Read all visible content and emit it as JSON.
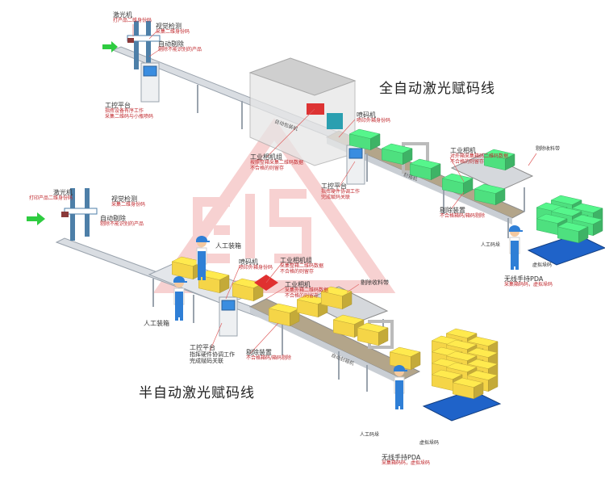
{
  "titles": {
    "full_auto": "全自动激光赋码线",
    "semi_auto": "半自动激光赋码线"
  },
  "upper_line": {
    "laser": {
      "name": "激光机",
      "desc": "打产品二维身份码"
    },
    "vision": {
      "name": "视觉检测",
      "desc": "采集二维身份码"
    },
    "reject_auto": {
      "name": "自动剔除",
      "desc": "剔除不能识别的产品"
    },
    "ipc1": {
      "name": "工控平台",
      "desc1": "指挥设备有序工作",
      "desc2": "采集二维码与小瓶喷码"
    },
    "packer": "自动包装机",
    "camera_group": {
      "name": "工业相机组",
      "desc1": "按照整箱采集二维码数据",
      "desc2": "不合格的则留存"
    },
    "inkjet": {
      "name": "喷码机",
      "desc": "喷印外箱身份码"
    },
    "ipc2": {
      "name": "工控平台",
      "desc1": "指挥硬件协调工作",
      "desc2": "完成赋码关联"
    },
    "sealer": "封箱机",
    "camera": {
      "name": "工业相机",
      "desc1": "对外箱采集箱码二维码数据",
      "desc2": "不合格的则留存"
    },
    "reject_belt": "剔除收料带",
    "reject_device": {
      "name": "剔除装置",
      "desc": "不合格箱码/箱码剔除"
    },
    "palletize": "人工码垛",
    "virtual_pallet": "虚拟垛码",
    "pda": {
      "name": "无线手持PDA",
      "desc": "采集箱码码，虚拟垛码"
    }
  },
  "lower_line": {
    "laser": {
      "name": "激光机",
      "desc": "打印产品二维身份码"
    },
    "vision": {
      "name": "视觉检测",
      "desc": "采集二维身份码"
    },
    "reject_auto": {
      "name": "自动剔除",
      "desc": "剔除不能识别的产品"
    },
    "packing_1": "人工装箱",
    "packing_2": "人工装箱",
    "inkjet": {
      "name": "喷码机",
      "desc": "喷印外箱身份码"
    },
    "camera_group": {
      "name": "工业相机组",
      "desc1": "采集整箱二维码数据",
      "desc2": "不合格的则留存"
    },
    "camera": {
      "name": "工业相机",
      "desc1": "采集外箱二维码数据",
      "desc2": "不合格的则留存"
    },
    "reject_belt": "剔除收料带",
    "ipc": {
      "name": "工控平台",
      "desc1": "指挥硬件协调工作",
      "desc2": "完成赋码关联"
    },
    "reject_device": {
      "name": "剔除装置",
      "desc": "不合格箱码/箱码剔除"
    },
    "sealer": "自动封箱机",
    "palletize": "人工码垛",
    "virtual_pallet": "虚拟垛码",
    "pda": {
      "name": "无线手持PDA",
      "desc": "采集箱码码，虚拟垛码"
    }
  },
  "colors": {
    "green_box": "#4ee07f",
    "yellow_box": "#f5d547",
    "conveyor": "#b3a58a",
    "frame": "#9aa3ad",
    "worker_blue": "#2f7fd6",
    "watermark": "#f6c6c6",
    "label_red": "#c0282d",
    "arrow": "#2ecc40"
  }
}
